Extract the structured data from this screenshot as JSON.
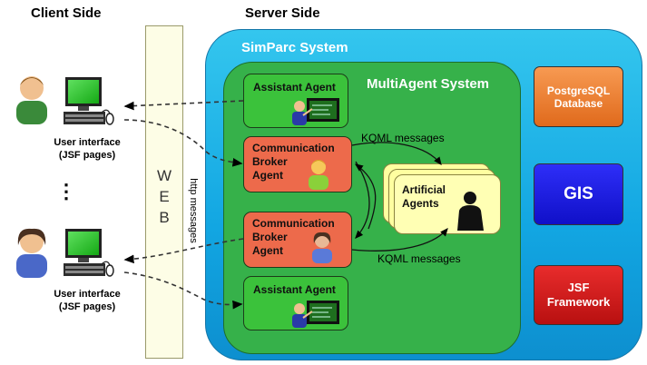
{
  "headings": {
    "client_side": "Client Side",
    "server_side": "Server Side"
  },
  "clients": [
    {
      "caption_line1": "User interface",
      "caption_line2": "(JSF pages)"
    },
    {
      "caption_line1": "User interface",
      "caption_line2": "(JSF pages)"
    }
  ],
  "ellipsis": "⋮",
  "web": {
    "letters": "W\nE\nB",
    "http_label": "http messages"
  },
  "simparc": {
    "title": "SimParc System"
  },
  "mas": {
    "title": "MultiAgent System"
  },
  "agents": {
    "assistant_top": "Assistant Agent",
    "broker_top": "Communication\nBroker\nAgent",
    "broker_bottom": "Communication\nBroker\nAgent",
    "assistant_bottom": "Assistant Agent",
    "artificial": "Artificial\nAgents"
  },
  "messages": {
    "kqml_top": "KQML messages",
    "kqml_bottom": "KQML messages"
  },
  "side_boxes": {
    "postgres": "PostgreSQL\nDatabase",
    "gis": "GIS",
    "jsf": "JSF\nFramework"
  },
  "colors": {
    "simparc": "#1aaee6",
    "mas": "#36b14a",
    "assistant": "#3bc23b",
    "broker": "#ed6a4b",
    "artificial": "#ffffa0",
    "postgres": "#ef7a2a",
    "gis": "#1a1ae6",
    "jsf": "#d21c1c"
  },
  "icons": [
    "person-icon",
    "computer-icon",
    "mouse-icon",
    "teacher-icon",
    "silhouette-icon"
  ]
}
